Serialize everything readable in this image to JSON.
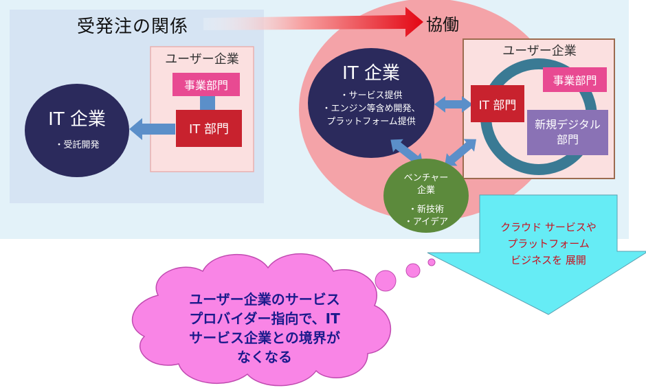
{
  "left": {
    "title": "受発注の関係",
    "user_company": "ユーザー企業",
    "business_dept": "事業部門",
    "it_dept": "IT 部門",
    "it_company": "IT 企業",
    "it_company_sub": "・受託開発"
  },
  "right": {
    "title": "協働",
    "user_company": "ユーザー企業",
    "business_dept": "事業部門",
    "it_dept": "IT 部門",
    "digital_dept_line1": "新規デジタル",
    "digital_dept_line2": "部門",
    "it_company": "IT 企業",
    "it_company_items": [
      "・サービス提供",
      "・エンジン等含め開発、",
      "プラットフォーム提供"
    ],
    "venture_line1": "ベンチャー",
    "venture_line2": "企業",
    "venture_items": [
      "・新技術",
      "・アイデア"
    ]
  },
  "callout_arrow": [
    "クラウド サービスや",
    "プラットフォーム",
    "ビジネスを 展開"
  ],
  "cloud": [
    "ユーザー企業のサービス",
    "プロバイダー指向で、IT",
    "サービス企業との境界が",
    "なくなる"
  ],
  "colors": {
    "panel_bg": "#e3f2f9",
    "left_panel": "#d6e4f3",
    "navy": "#2b2a5c",
    "red": "#c8222e",
    "pink": "#e84a92",
    "purple": "#8a72b5",
    "green": "#5c8a3c",
    "teal_ring": "#3a7a94",
    "arrow_blue": "#5b8fc9",
    "cyan": "#66ecf5",
    "cloud": "#f985e6"
  }
}
